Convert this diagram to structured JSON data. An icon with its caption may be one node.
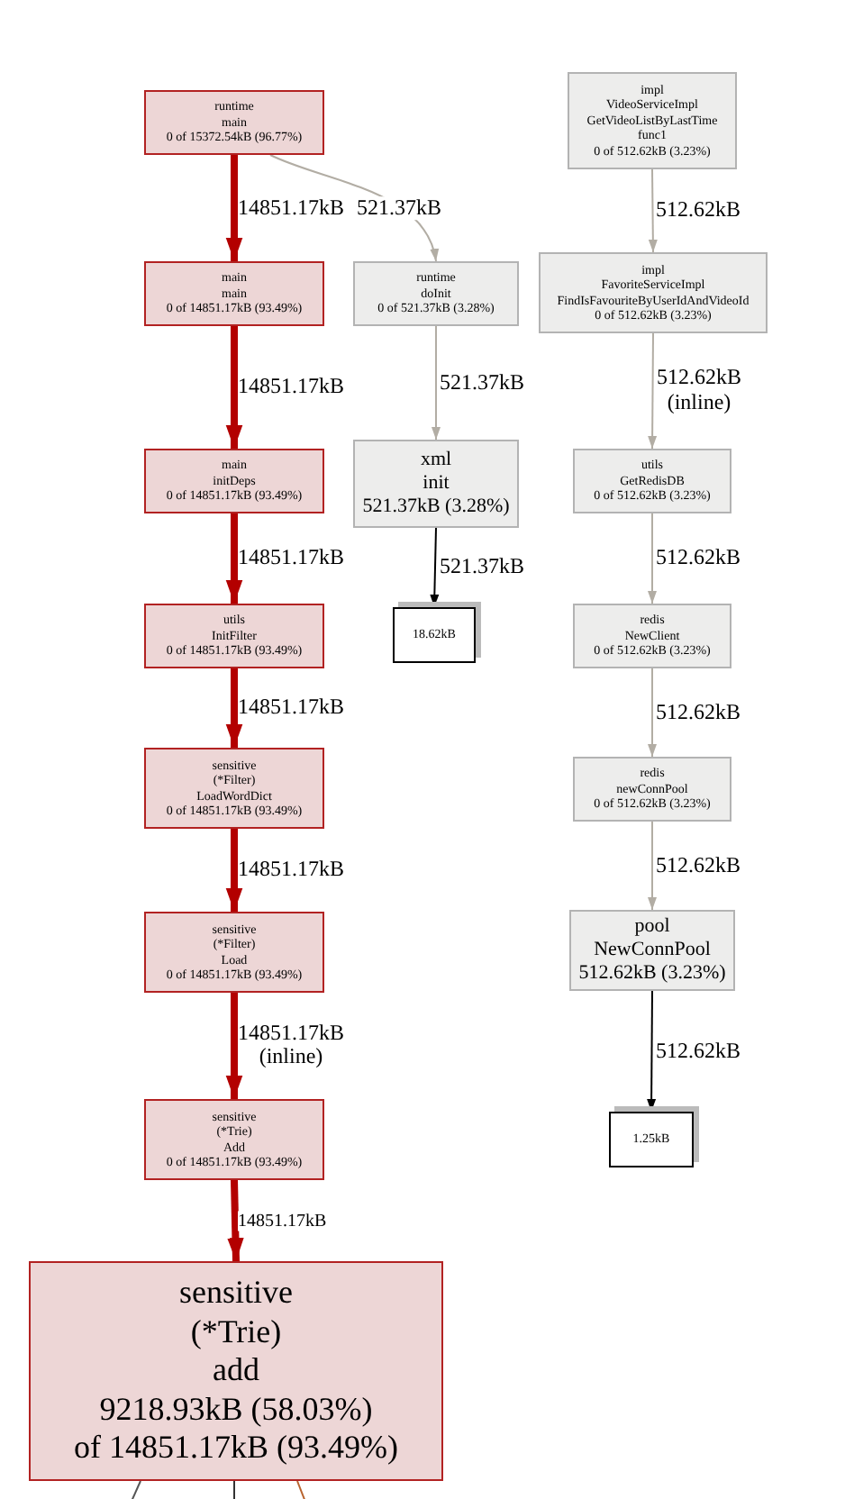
{
  "diagram": {
    "nodes": [
      {
        "text": [
          "runtime",
          "main",
          "0 of 15372.54kB (96.77%)"
        ]
      },
      {
        "text": [
          "main",
          "main",
          "0 of 14851.17kB (93.49%)"
        ]
      },
      {
        "text": [
          "main",
          "initDeps",
          "0 of 14851.17kB (93.49%)"
        ]
      },
      {
        "text": [
          "utils",
          "InitFilter",
          "0 of 14851.17kB (93.49%)"
        ]
      },
      {
        "text": [
          "sensitive",
          "(*Filter)",
          "LoadWordDict",
          "0 of 14851.17kB (93.49%)"
        ]
      },
      {
        "text": [
          "sensitive",
          "(*Filter)",
          "Load",
          "0 of 14851.17kB (93.49%)"
        ]
      },
      {
        "text": [
          "sensitive",
          "(*Trie)",
          "Add",
          "0 of 14851.17kB (93.49%)"
        ]
      },
      {
        "text": [
          "sensitive",
          "(*Trie)",
          "add",
          "9218.93kB (58.03%)",
          "of 14851.17kB (93.49%)"
        ]
      },
      {
        "text": [
          "runtime",
          "doInit",
          "0 of 521.37kB (3.28%)"
        ]
      },
      {
        "text": [
          "xml",
          "init",
          "521.37kB (3.28%)"
        ]
      },
      {
        "text": [
          "18.62kB"
        ]
      },
      {
        "text": [
          "impl",
          "VideoServiceImpl",
          "GetVideoListByLastTime",
          "func1",
          "0 of 512.62kB (3.23%)"
        ]
      },
      {
        "text": [
          "impl",
          "FavoriteServiceImpl",
          "FindIsFavouriteByUserIdAndVideoId",
          "0 of 512.62kB (3.23%)"
        ]
      },
      {
        "text": [
          "utils",
          "GetRedisDB",
          "0 of 512.62kB (3.23%)"
        ]
      },
      {
        "text": [
          "redis",
          "NewClient",
          "0 of 512.62kB (3.23%)"
        ]
      },
      {
        "text": [
          "redis",
          "newConnPool",
          "0 of 512.62kB (3.23%)"
        ]
      },
      {
        "text": [
          "pool",
          "NewConnPool",
          "512.62kB (3.23%)"
        ]
      },
      {
        "text": [
          "1.25kB"
        ]
      }
    ],
    "edges": [
      {
        "from": 0,
        "to": 1,
        "arrow": "to",
        "label": "14851.17kB",
        "style": "thick",
        "color": "#b30000"
      },
      {
        "from": 0,
        "to": 8,
        "arrow": "to",
        "label": "521.37kB",
        "color": "#b2ada4"
      },
      {
        "from": 1,
        "to": 2,
        "arrow": "to",
        "label": "14851.17kB",
        "style": "thick",
        "color": "#b30000"
      },
      {
        "from": 2,
        "to": 3,
        "arrow": "to",
        "label": "14851.17kB",
        "style": "thick",
        "color": "#b30000"
      },
      {
        "from": 3,
        "to": 4,
        "arrow": "to",
        "label": "14851.17kB",
        "style": "thick",
        "color": "#b30000"
      },
      {
        "from": 4,
        "to": 5,
        "arrow": "to",
        "label": "14851.17kB",
        "style": "thick",
        "color": "#b30000"
      },
      {
        "from": 5,
        "to": 6,
        "arrow": "to",
        "label": "14851.17kB (inline)",
        "style": "thick",
        "color": "#b30000"
      },
      {
        "from": 6,
        "to": 7,
        "arrow": "to",
        "label": "14851.17kB",
        "style": "thick",
        "color": "#b30000"
      },
      {
        "from": 8,
        "to": 9,
        "arrow": "to",
        "label": "521.37kB",
        "color": "#b2ada4"
      },
      {
        "from": 9,
        "to": 10,
        "arrow": "to",
        "label": "521.37kB",
        "color": "#000000"
      },
      {
        "from": 11,
        "to": 12,
        "arrow": "to",
        "label": "512.62kB",
        "color": "#b2ada4"
      },
      {
        "from": 12,
        "to": 13,
        "arrow": "to",
        "label": "512.62kB (inline)",
        "color": "#b2ada4"
      },
      {
        "from": 13,
        "to": 14,
        "arrow": "to",
        "label": "512.62kB",
        "color": "#b2ada4"
      },
      {
        "from": 14,
        "to": 15,
        "arrow": "to",
        "label": "512.62kB",
        "color": "#b2ada4"
      },
      {
        "from": 15,
        "to": 16,
        "arrow": "to",
        "label": "512.62kB",
        "color": "#b2ada4"
      },
      {
        "from": 16,
        "to": 17,
        "arrow": "to",
        "label": "512.62kB",
        "color": "#000000"
      },
      {
        "from": 7,
        "to": null,
        "arrow": "none",
        "color": "#555555"
      },
      {
        "from": 7,
        "to": null,
        "arrow": "none",
        "color": "#333333"
      },
      {
        "from": 7,
        "to": null,
        "arrow": "none",
        "color": "#b8632e"
      }
    ]
  }
}
